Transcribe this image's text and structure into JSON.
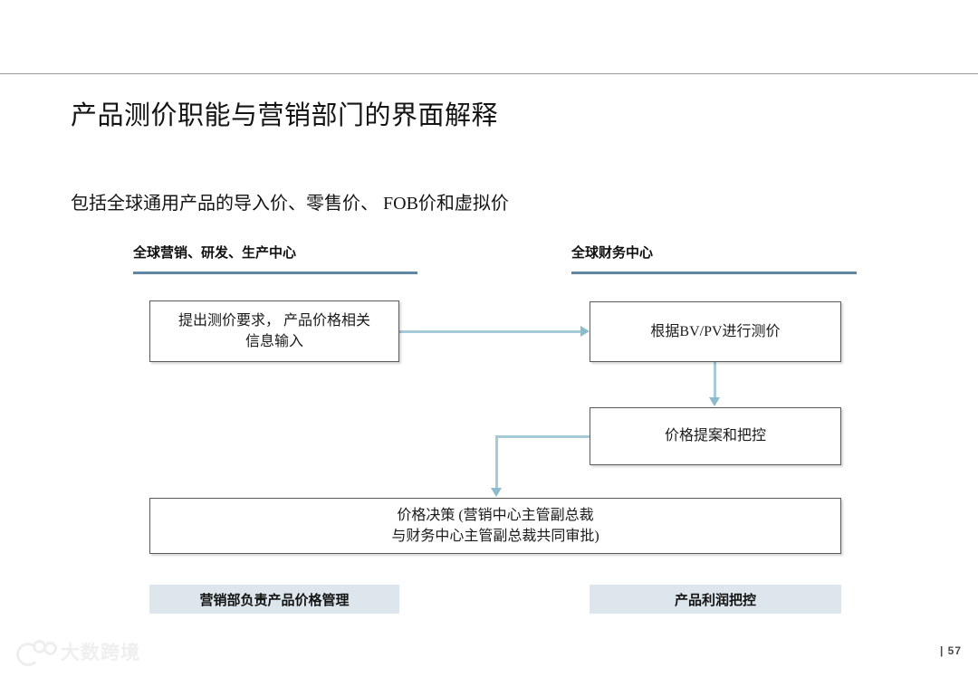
{
  "slide": {
    "title": "产品测价职能与营销部门的界面解释",
    "subtitle": "包括全球通用产品的导入价、零售价、  FOB价和虚拟价",
    "page_number": "|  57"
  },
  "columns": {
    "left_header": "全球营销、研发、生产中心",
    "right_header": "全球财务中心"
  },
  "diagram": {
    "boxes": [
      {
        "id": "request",
        "line1": "提出测价要求， 产品价格相关",
        "line2": "信息输入"
      },
      {
        "id": "bvpv",
        "line1": "根据BV/PV进行测价",
        "line2": ""
      },
      {
        "id": "proposal",
        "line1": "价格提案和把控",
        "line2": ""
      },
      {
        "id": "decision",
        "line1": "价格决策 (营销中心主管副总裁",
        "line2": "与财务中心主管副总裁共同审批)"
      }
    ]
  },
  "footer_bands": {
    "left": "营销部负责产品价格管理",
    "right": "产品利润把控"
  },
  "watermark": {
    "text": "大数跨境"
  },
  "colors": {
    "header_rule": "#5f87a3",
    "connector": "#a5cbd9",
    "band_fill": "#dce6ec",
    "box_border": "#5a5a5a"
  }
}
